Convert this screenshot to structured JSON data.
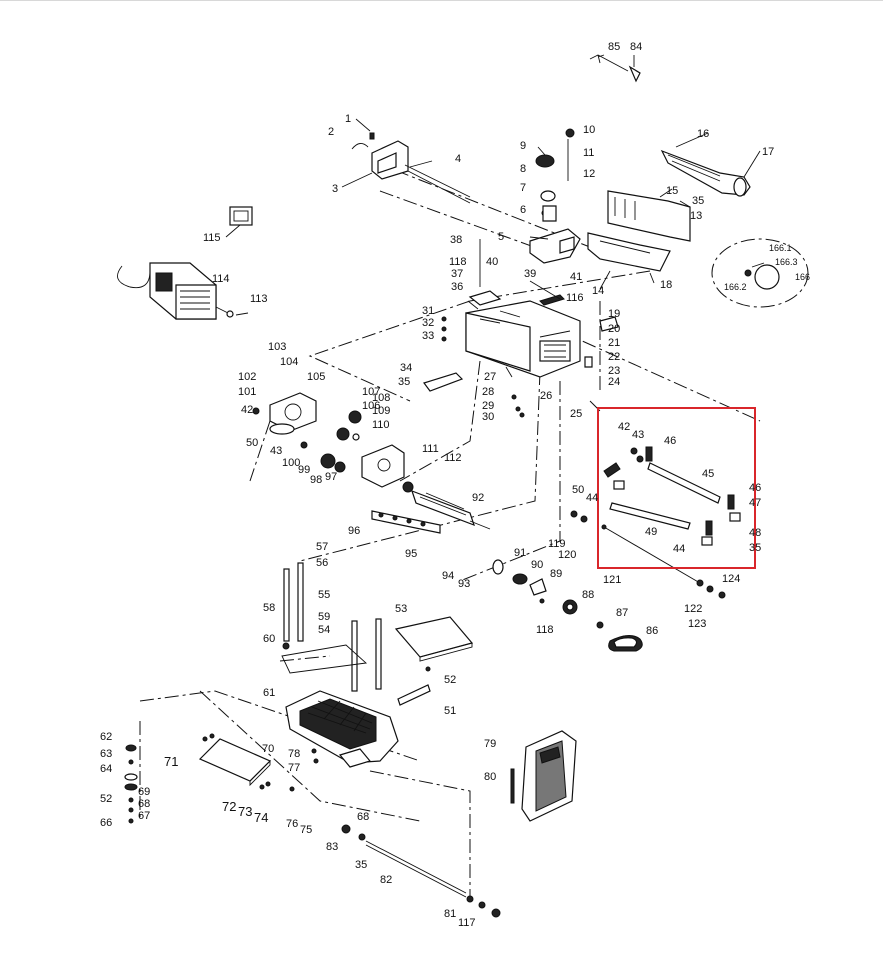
{
  "diagram": {
    "part_numbers": [
      "85",
      "84",
      "1",
      "2",
      "3",
      "4",
      "9",
      "10",
      "8",
      "11",
      "12",
      "7",
      "6",
      "16",
      "17",
      "15",
      "35",
      "13",
      "5",
      "14",
      "18",
      "166.1",
      "166.3",
      "166.2",
      "166",
      "115",
      "114",
      "113",
      "38",
      "118",
      "37",
      "36",
      "40",
      "39",
      "41",
      "116",
      "31",
      "32",
      "33",
      "19",
      "20",
      "21",
      "22",
      "23",
      "24",
      "27",
      "28",
      "29",
      "30",
      "26",
      "25",
      "34",
      "35",
      "103",
      "104",
      "105",
      "102",
      "101",
      "42",
      "50",
      "107",
      "106",
      "108",
      "109",
      "110",
      "43",
      "100",
      "99",
      "98",
      "97",
      "111",
      "112",
      "92",
      "96",
      "95",
      "94",
      "93",
      "91",
      "90",
      "89",
      "88",
      "87",
      "86",
      "118",
      "57",
      "56",
      "55",
      "58",
      "60",
      "54",
      "59",
      "53",
      "52",
      "51",
      "61",
      "62",
      "63",
      "64",
      "52",
      "69",
      "68",
      "67",
      "66",
      "70",
      "71",
      "72",
      "73",
      "74",
      "78",
      "77",
      "76",
      "75",
      "79",
      "80",
      "68",
      "83",
      "35",
      "82",
      "81",
      "117",
      "42",
      "43",
      "46",
      "45",
      "46",
      "47",
      "48",
      "35",
      "50",
      "44",
      "49",
      "44",
      "119",
      "120",
      "121",
      "122",
      "123",
      "124"
    ],
    "highlight_box_color": "#d9262b"
  }
}
